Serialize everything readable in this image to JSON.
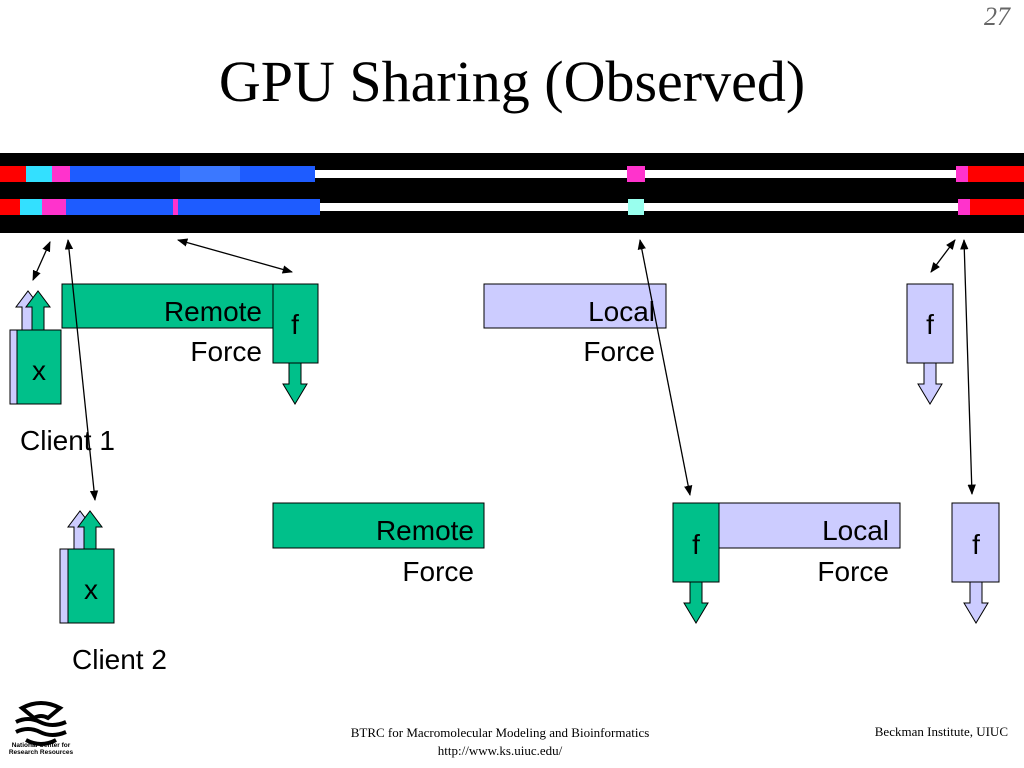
{
  "slide": {
    "number": "27",
    "title": "GPU Sharing (Observed)"
  },
  "colors": {
    "remote": "#00c08a",
    "local": "#ccccff",
    "trace_bg": "#000000",
    "trace_idle": "#ffffff",
    "trace_busy": "#1e5cff",
    "trace_transfer": "#ff33cc",
    "trace_red": "#ff0000",
    "trace_cyan": "#33e0ff"
  },
  "client1": {
    "label": "Client 1",
    "x_box": "x",
    "remote_force": {
      "line1": "Remote",
      "line2": "Force"
    },
    "f_remote": "f",
    "local_force": {
      "line1": "Local",
      "line2": "Force"
    },
    "f_local": "f"
  },
  "client2": {
    "label": "Client 2",
    "x_box": "x",
    "remote_force": {
      "line1": "Remote",
      "line2": "Force"
    },
    "f_remote": "f",
    "local_force": {
      "line1": "Local",
      "line2": "Force"
    },
    "f_local": "f"
  },
  "footer": {
    "line1": "BTRC for Macromolecular Modeling and Bioinformatics",
    "line2": "http://www.ks.uiuc.edu/",
    "right": "Beckman Institute, UIUC",
    "logo_text_1": "National Center for",
    "logo_text_2": "Research Resources"
  }
}
